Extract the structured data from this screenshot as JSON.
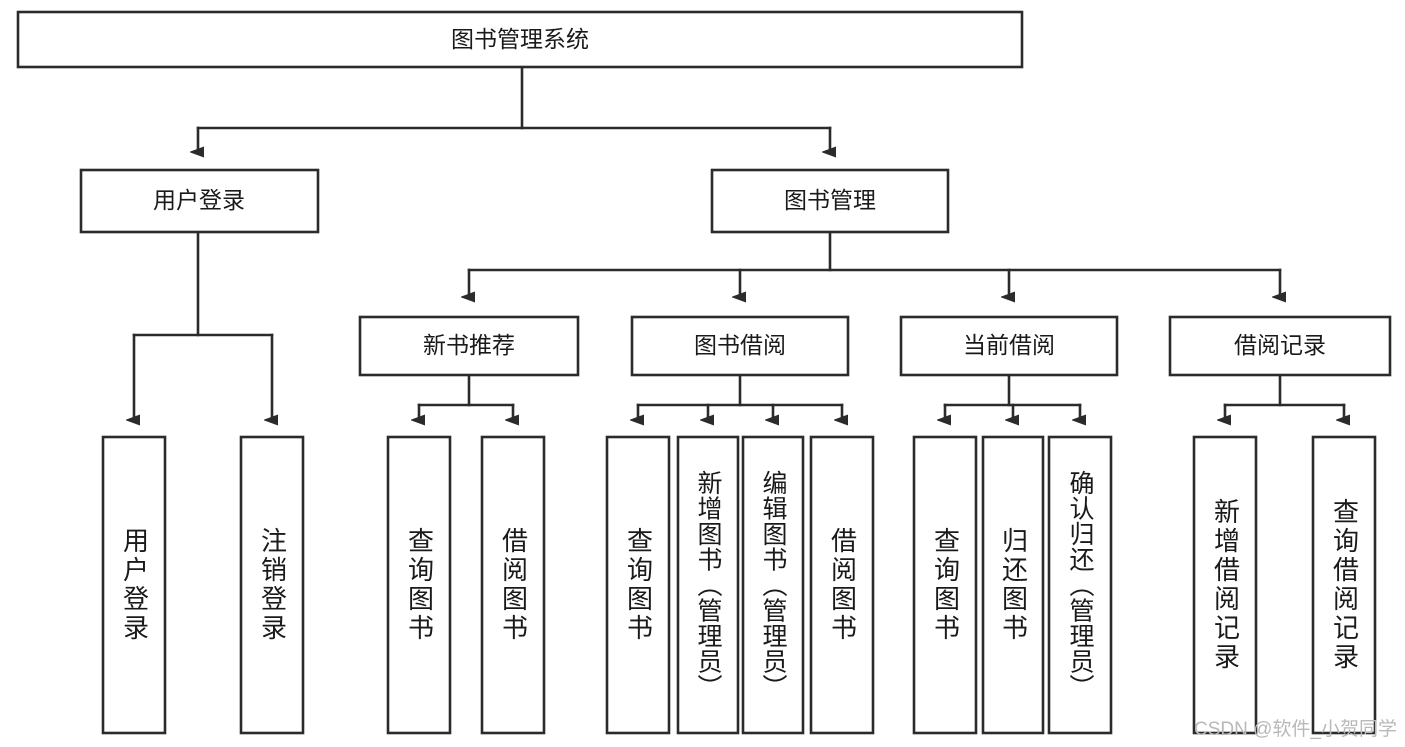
{
  "diagram": {
    "type": "tree",
    "title": "图书管理系统",
    "root": {
      "id": "root",
      "label": "图书管理系统"
    },
    "level2": [
      {
        "id": "user-login",
        "label": "用户登录"
      },
      {
        "id": "book-manage",
        "label": "图书管理"
      }
    ],
    "level3": [
      {
        "id": "new-book-recommend",
        "label": "新书推荐"
      },
      {
        "id": "book-borrow",
        "label": "图书借阅"
      },
      {
        "id": "current-borrow",
        "label": "当前借阅"
      },
      {
        "id": "borrow-record",
        "label": "借阅记录"
      }
    ],
    "leaves": [
      {
        "id": "leaf-user-login",
        "label": "用户登录",
        "parent": "user-login"
      },
      {
        "id": "leaf-user-logout",
        "label": "注销登录",
        "parent": "user-login"
      },
      {
        "id": "leaf-query-book-1",
        "label": "查询图书",
        "parent": "new-book-recommend"
      },
      {
        "id": "leaf-borrow-book-1",
        "label": "借阅图书",
        "parent": "new-book-recommend"
      },
      {
        "id": "leaf-query-book-2",
        "label": "查询图书",
        "parent": "book-borrow"
      },
      {
        "id": "leaf-add-book",
        "label": "新增图书（管理员）",
        "parent": "book-borrow"
      },
      {
        "id": "leaf-edit-book",
        "label": "编辑图书（管理员）",
        "parent": "book-borrow"
      },
      {
        "id": "leaf-borrow-book-2",
        "label": "借阅图书",
        "parent": "book-borrow"
      },
      {
        "id": "leaf-query-book-3",
        "label": "查询图书",
        "parent": "current-borrow"
      },
      {
        "id": "leaf-return-book",
        "label": "归还图书",
        "parent": "current-borrow"
      },
      {
        "id": "leaf-confirm-return",
        "label": "确认归还（管理员）",
        "parent": "current-borrow"
      },
      {
        "id": "leaf-add-record",
        "label": "新增借阅记录",
        "parent": "borrow-record"
      },
      {
        "id": "leaf-query-record",
        "label": "查询借阅记录",
        "parent": "borrow-record"
      }
    ],
    "colors": {
      "box_fill": "#ffffff",
      "box_stroke": "#2b2b2b",
      "text": "#1a1a1a",
      "background": "#ffffff",
      "watermark": "#b9b9b9"
    }
  },
  "watermark": {
    "text": "CSDN @软件_小贺同学"
  }
}
